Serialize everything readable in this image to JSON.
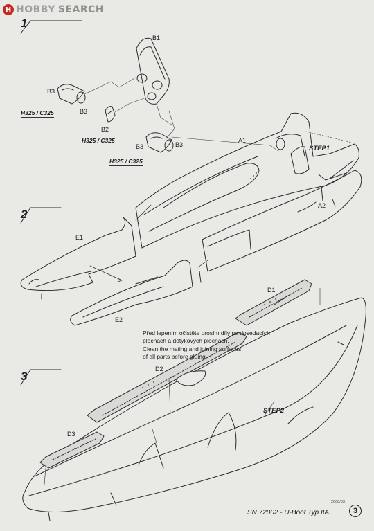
{
  "watermark": {
    "mark": "H",
    "brand": "HOBBY",
    "word": "SEARCH"
  },
  "steps": [
    "1",
    "2",
    "3"
  ],
  "parts": {
    "b1": "B1",
    "b2": "B2",
    "b3": "B3",
    "a1": "A1",
    "a2": "A2",
    "e1": "E1",
    "e2": "E2",
    "d1": "D1",
    "d2": "D2",
    "d3": "D3"
  },
  "part_codes": [
    "H325 / C325",
    "H325 / C325",
    "H325 / C325"
  ],
  "callouts": {
    "step1": "STEP1",
    "step2": "STEP2"
  },
  "note": [
    "Před lepením očistěte prosím díly na dosedacích",
    "plochách a dotykových plochách.",
    "Clean the mating and joining surfaces",
    "of all parts before gluing."
  ],
  "footer": {
    "date": "2008/03",
    "title": "SN 72002 - U-Boot Typ IIA",
    "page": "3"
  }
}
